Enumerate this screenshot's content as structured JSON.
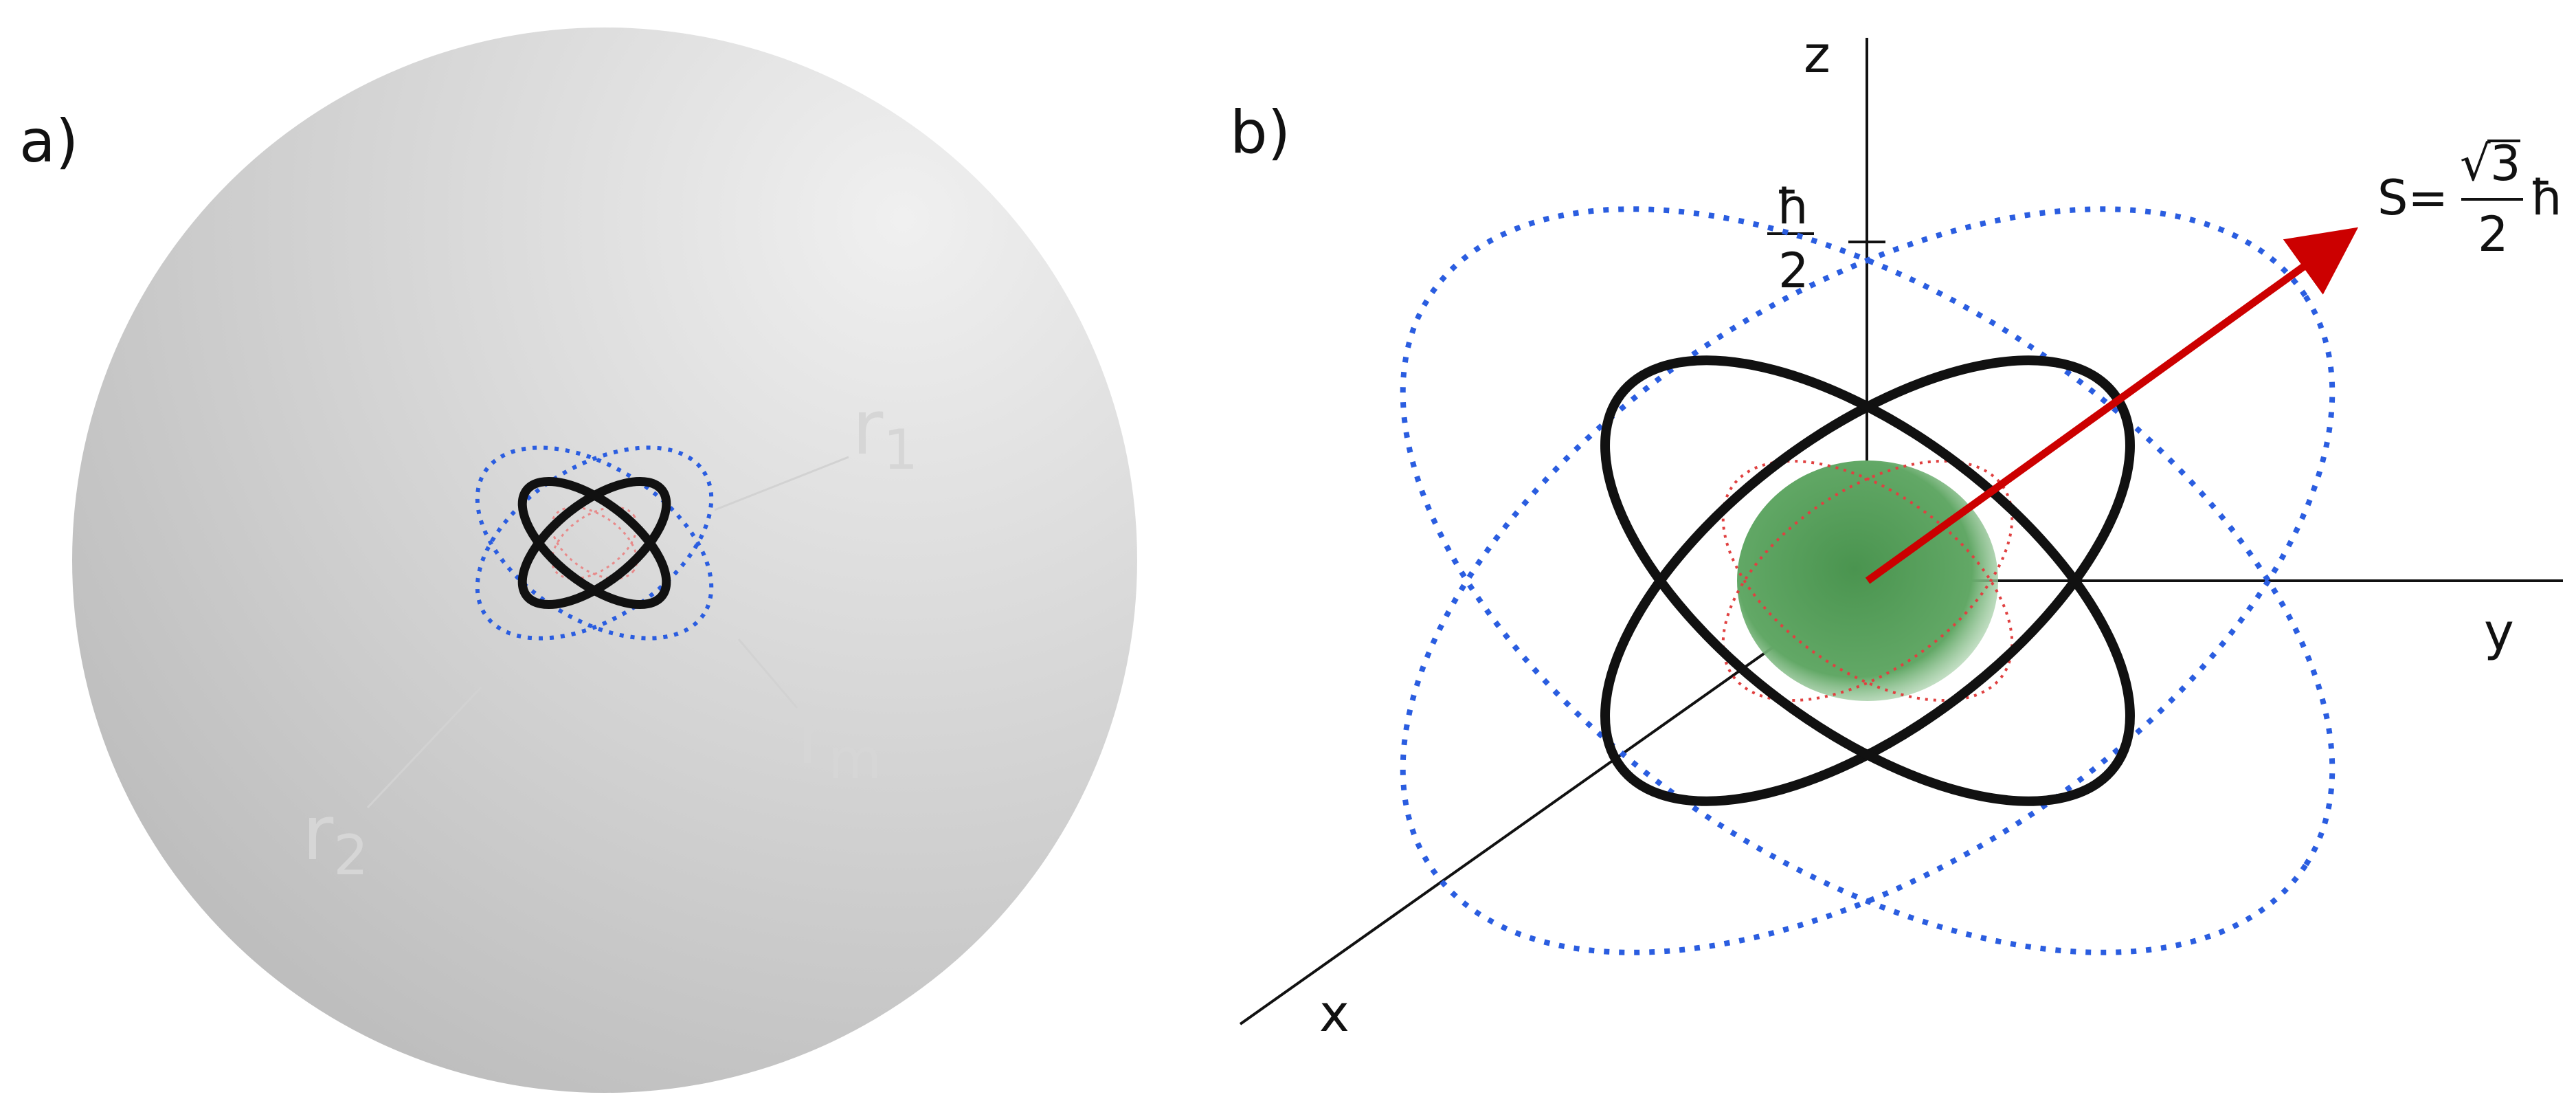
{
  "panel_a": {
    "label": "a)",
    "radius_labels": [
      {
        "base": "r",
        "sub": "1"
      },
      {
        "base": "r",
        "sub": "m"
      },
      {
        "base": "r",
        "sub": "2"
      }
    ]
  },
  "panel_b": {
    "label": "b)",
    "axes": {
      "z": "z",
      "y": "y",
      "x": "x"
    },
    "tick_label": {
      "numerator": "ħ",
      "denominator": "2"
    },
    "spin_label": {
      "prefix": "S=",
      "radical": "√",
      "radicand": "3",
      "denominator": "2",
      "suffix": "ħ"
    }
  },
  "colors": {
    "orbit_solid": "#111111",
    "orbit_dotted_blue": "#2a5de0",
    "orbit_dotted_red": "#e04040",
    "nucleus_green": "#4f9a55",
    "spin_arrow": "#cc0000",
    "sphere_light": "#ededed",
    "sphere_dark": "#bdbdbd",
    "faint_text": "#d6d6d6"
  },
  "icons": [
    "spin-arrow-icon"
  ]
}
